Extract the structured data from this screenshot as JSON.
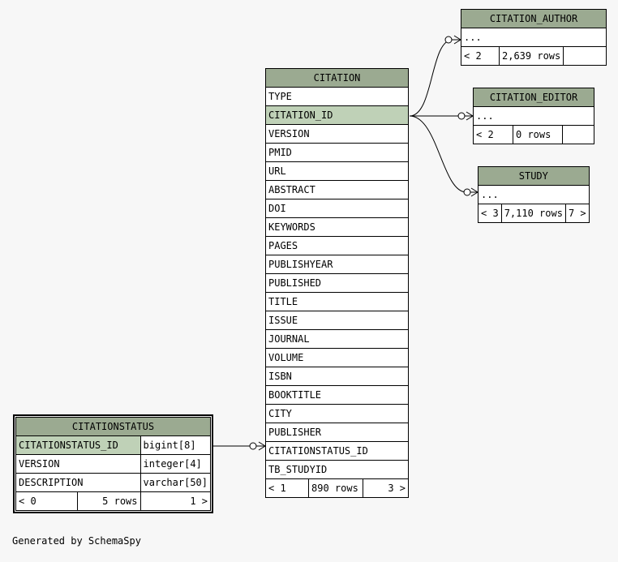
{
  "tables": {
    "citation": {
      "name": "CITATION",
      "columns": [
        "TYPE",
        "CITATION_ID",
        "VERSION",
        "PMID",
        "URL",
        "ABSTRACT",
        "DOI",
        "KEYWORDS",
        "PAGES",
        "PUBLISHYEAR",
        "PUBLISHED",
        "TITLE",
        "ISSUE",
        "JOURNAL",
        "VOLUME",
        "ISBN",
        "BOOKTITLE",
        "CITY",
        "PUBLISHER",
        "CITATIONSTATUS_ID",
        "TB_STUDYID"
      ],
      "footer": {
        "parents": "< 1",
        "rows": "890 rows",
        "children": "3 >"
      }
    },
    "citation_author": {
      "name": "CITATION_AUTHOR",
      "columns": [
        "..."
      ],
      "footer": {
        "parents": "< 2",
        "rows": "2,639 rows",
        "children": ""
      }
    },
    "citation_editor": {
      "name": "CITATION_EDITOR",
      "columns": [
        "..."
      ],
      "footer": {
        "parents": "< 2",
        "rows": "0 rows",
        "children": ""
      }
    },
    "study": {
      "name": "STUDY",
      "columns": [
        "..."
      ],
      "footer": {
        "parents": "< 3",
        "rows": "7,110 rows",
        "children": "7 >"
      }
    },
    "citationstatus": {
      "name": "CITATIONSTATUS",
      "columns": [
        {
          "name": "CITATIONSTATUS_ID",
          "type": "bigint[8]"
        },
        {
          "name": "VERSION",
          "type": "integer[4]"
        },
        {
          "name": "DESCRIPTION",
          "type": "varchar[50]"
        }
      ],
      "footer": {
        "parents": "< 0",
        "rows": "5 rows",
        "children": "1 >"
      }
    }
  },
  "footer_text": "Generated by SchemaSpy",
  "colors": {
    "header": "#9baa91",
    "key_highlight": "#bfd1b7",
    "background": "#f7f7f7"
  }
}
